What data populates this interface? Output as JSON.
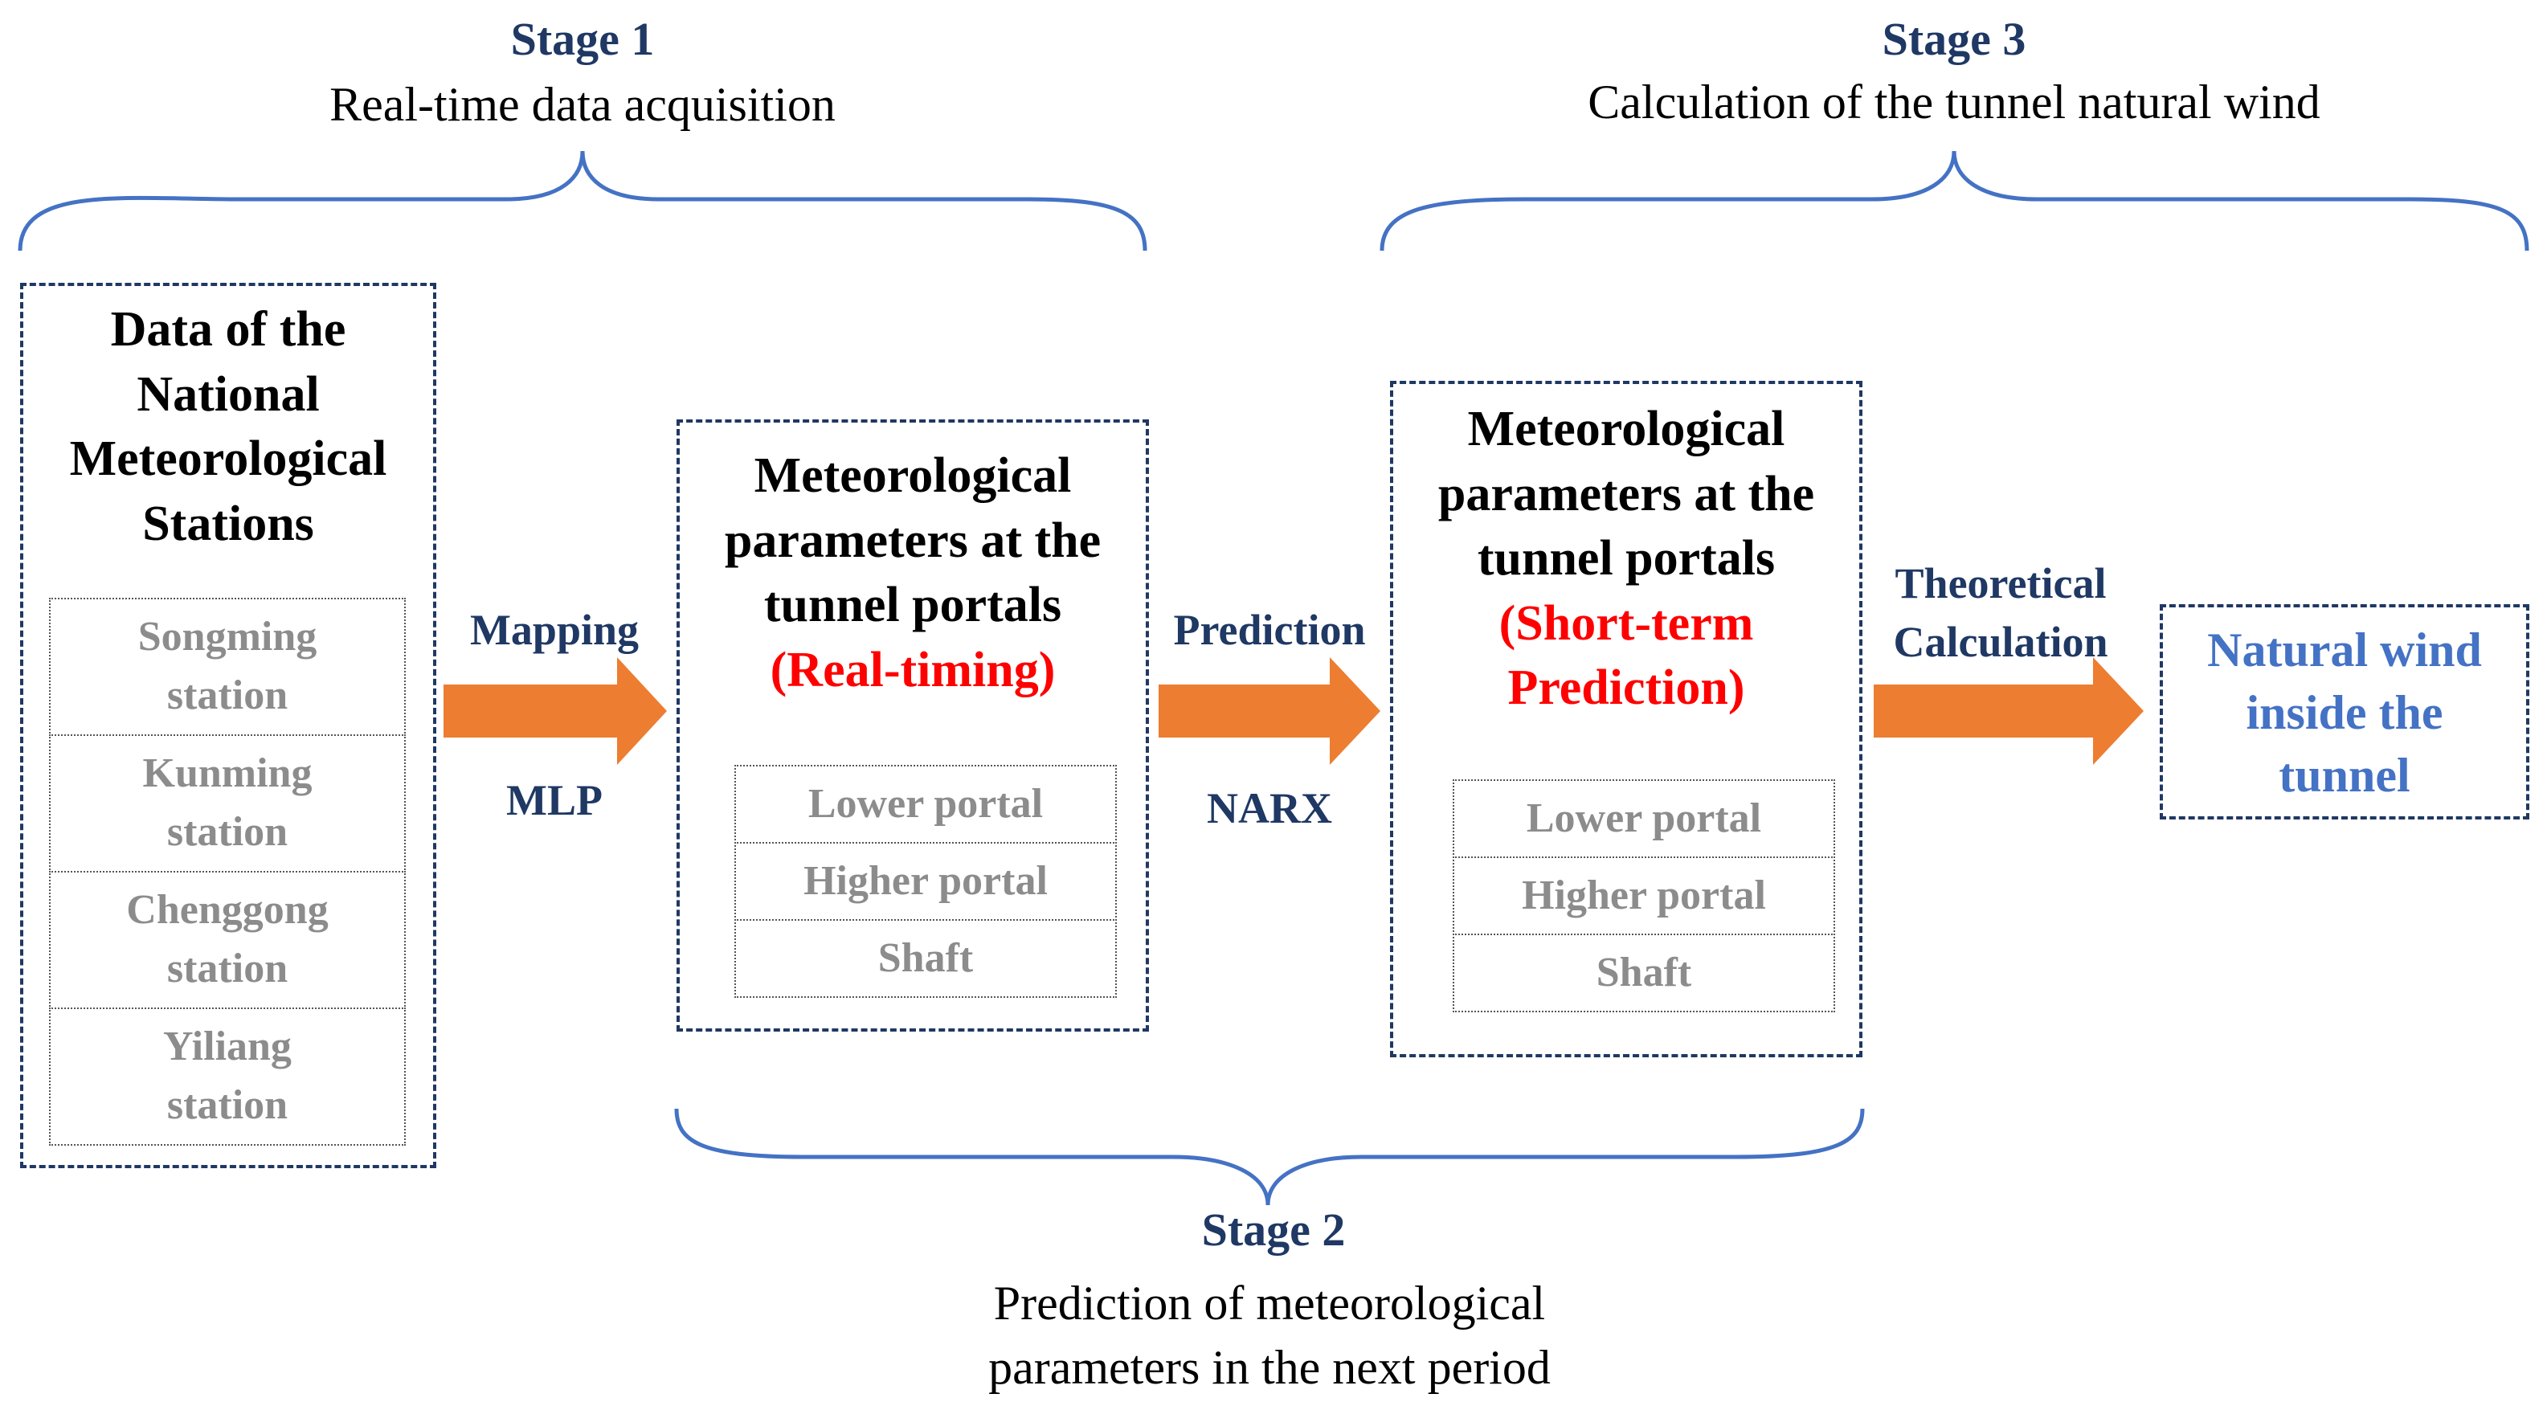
{
  "stages": {
    "stage1": {
      "title": "Stage 1",
      "desc": "Real-time data acquisition"
    },
    "stage2": {
      "title": "Stage 2",
      "desc_line1": "Prediction of meteorological",
      "desc_line2": "parameters in the next period"
    },
    "stage3": {
      "title": "Stage 3",
      "desc": "Calculation of the tunnel natural wind"
    }
  },
  "stations_box": {
    "title_lines": [
      "Data of the",
      "National",
      "Meteorological",
      "Stations"
    ],
    "stations": [
      {
        "line1": "Songming",
        "line2": "station"
      },
      {
        "line1": "Kunming",
        "line2": "station"
      },
      {
        "line1": "Chenggong",
        "line2": "station"
      },
      {
        "line1": "Yiliang",
        "line2": "station"
      }
    ]
  },
  "realtime_box": {
    "title_lines": [
      "Meteorological",
      "parameters at the",
      "tunnel portals"
    ],
    "highlight": "(Real-timing)",
    "items": [
      "Lower portal",
      "Higher portal",
      "Shaft"
    ]
  },
  "prediction_box": {
    "title_lines": [
      "Meteorological",
      "parameters at the",
      "tunnel portals"
    ],
    "highlight_lines": [
      "(Short-term",
      "Prediction)"
    ],
    "items": [
      "Lower portal",
      "Higher portal",
      "Shaft"
    ]
  },
  "result_box": {
    "title_lines": [
      "Natural wind",
      "inside the",
      "tunnel"
    ]
  },
  "arrows": {
    "arrow1": {
      "above": "Mapping",
      "below": "MLP"
    },
    "arrow2": {
      "above": "Prediction",
      "below": "NARX"
    },
    "arrow3": {
      "above_line1": "Theoretical",
      "above_line2": "Calculation"
    }
  },
  "colors": {
    "box_border": "#1F3864",
    "stage_title": "#1F3864",
    "brace": "#4472C4",
    "arrow_fill": "#ED7D31",
    "highlight_text": "#FF0000",
    "result_text": "#4472C4",
    "station_text": "#8C8C8C"
  }
}
